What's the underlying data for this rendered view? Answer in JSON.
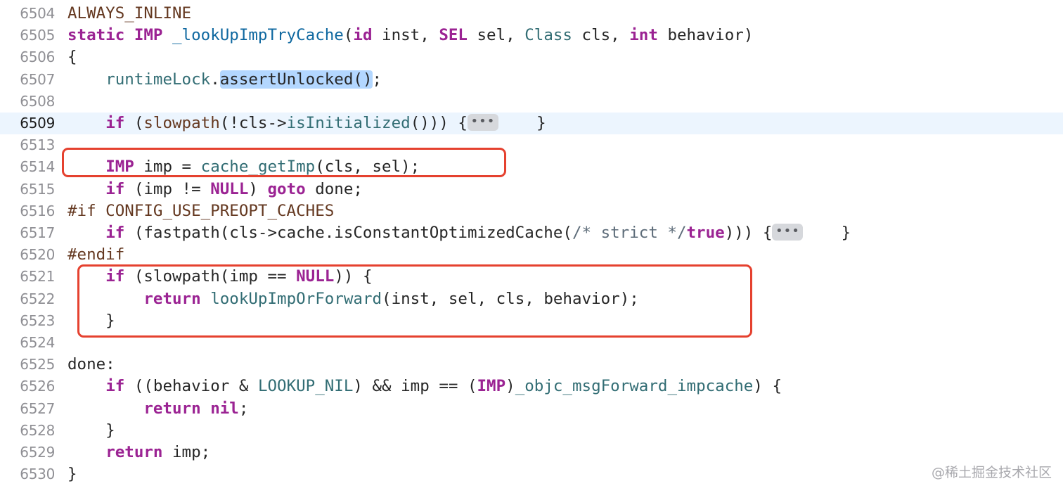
{
  "editor": {
    "current_line": "6509",
    "fold_marker": "•••",
    "lines": [
      {
        "number": "6504",
        "tokens": [
          {
            "text": "ALWAYS_INLINE",
            "type": "macro"
          }
        ]
      },
      {
        "number": "6505",
        "tokens": [
          {
            "text": "static",
            "type": "kw"
          },
          {
            "text": " ",
            "type": "plain"
          },
          {
            "text": "IMP",
            "type": "kw"
          },
          {
            "text": " ",
            "type": "plain"
          },
          {
            "text": "_lookUpImpTryCache",
            "type": "decl"
          },
          {
            "text": "(",
            "type": "plain"
          },
          {
            "text": "id",
            "type": "kw"
          },
          {
            "text": " inst, ",
            "type": "plain"
          },
          {
            "text": "SEL",
            "type": "kw"
          },
          {
            "text": " sel, ",
            "type": "plain"
          },
          {
            "text": "Class",
            "type": "fn"
          },
          {
            "text": " cls, ",
            "type": "plain"
          },
          {
            "text": "int",
            "type": "kw"
          },
          {
            "text": " behavior)",
            "type": "plain"
          }
        ]
      },
      {
        "number": "6506",
        "tokens": [
          {
            "text": "{",
            "type": "plain"
          }
        ]
      },
      {
        "number": "6507",
        "tokens": [
          {
            "text": "    ",
            "type": "plain"
          },
          {
            "text": "runtimeLock",
            "type": "fn"
          },
          {
            "text": ".",
            "type": "plain"
          },
          {
            "text": "assertUnlocked()",
            "type": "sel"
          },
          {
            "text": ";",
            "type": "plain"
          }
        ]
      },
      {
        "number": "6508",
        "tokens": []
      },
      {
        "number": "6509",
        "tokens": [
          {
            "text": "    ",
            "type": "plain"
          },
          {
            "text": "if",
            "type": "kw"
          },
          {
            "text": " (",
            "type": "plain"
          },
          {
            "text": "slowpath",
            "type": "macro"
          },
          {
            "text": "(!cls->",
            "type": "plain"
          },
          {
            "text": "isInitialized",
            "type": "fn"
          },
          {
            "text": "())) {",
            "type": "plain"
          },
          {
            "text": "•••",
            "type": "fold"
          },
          {
            "text": "    }",
            "type": "plain"
          }
        ]
      },
      {
        "number": "6513",
        "tokens": []
      },
      {
        "number": "6514",
        "tokens": [
          {
            "text": "    ",
            "type": "plain"
          },
          {
            "text": "IMP",
            "type": "kw"
          },
          {
            "text": " imp = ",
            "type": "plain"
          },
          {
            "text": "cache",
            "type": "fn"
          },
          {
            "text": "_",
            "type": "plain"
          },
          {
            "text": "getImp",
            "type": "fn"
          },
          {
            "text": "(cls, sel);",
            "type": "plain"
          }
        ]
      },
      {
        "number": "6515",
        "tokens": [
          {
            "text": "    ",
            "type": "plain"
          },
          {
            "text": "if",
            "type": "kw"
          },
          {
            "text": " (imp != ",
            "type": "plain"
          },
          {
            "text": "NULL",
            "type": "kw"
          },
          {
            "text": ") ",
            "type": "plain"
          },
          {
            "text": "goto",
            "type": "kw"
          },
          {
            "text": " done;",
            "type": "plain"
          }
        ]
      },
      {
        "number": "6516",
        "tokens": [
          {
            "text": "#if CONFIG_USE_PREOPT_CACHES",
            "type": "macro"
          }
        ]
      },
      {
        "number": "6517",
        "tokens": [
          {
            "text": "    ",
            "type": "plain"
          },
          {
            "text": "if",
            "type": "kw"
          },
          {
            "text": " (fastpath(cls->cache.isConstantOptimizedCache(",
            "type": "plain"
          },
          {
            "text": "/* strict */",
            "type": "com"
          },
          {
            "text": "true",
            "type": "kw"
          },
          {
            "text": "))) {",
            "type": "plain"
          },
          {
            "text": "•••",
            "type": "fold"
          },
          {
            "text": "    }",
            "type": "plain"
          }
        ]
      },
      {
        "number": "6520",
        "tokens": [
          {
            "text": "#endif",
            "type": "macro"
          }
        ]
      },
      {
        "number": "6521",
        "tokens": [
          {
            "text": "    ",
            "type": "plain"
          },
          {
            "text": "if",
            "type": "kw"
          },
          {
            "text": " (slowpath(imp == ",
            "type": "plain"
          },
          {
            "text": "NULL",
            "type": "kw"
          },
          {
            "text": ")) {",
            "type": "plain"
          }
        ]
      },
      {
        "number": "6522",
        "tokens": [
          {
            "text": "        ",
            "type": "plain"
          },
          {
            "text": "return",
            "type": "kw"
          },
          {
            "text": " ",
            "type": "plain"
          },
          {
            "text": "lookUpImpOrForward",
            "type": "fn"
          },
          {
            "text": "(inst, sel, cls, behavior);",
            "type": "plain"
          }
        ]
      },
      {
        "number": "6523",
        "tokens": [
          {
            "text": "    }",
            "type": "plain"
          }
        ]
      },
      {
        "number": "6524",
        "tokens": []
      },
      {
        "number": "6525",
        "tokens": [
          {
            "text": "done:",
            "type": "plain"
          }
        ]
      },
      {
        "number": "6526",
        "tokens": [
          {
            "text": "    ",
            "type": "plain"
          },
          {
            "text": "if",
            "type": "kw"
          },
          {
            "text": " ((behavior & ",
            "type": "plain"
          },
          {
            "text": "LOOKUP_NIL",
            "type": "fn"
          },
          {
            "text": ") && imp == (",
            "type": "plain"
          },
          {
            "text": "IMP",
            "type": "kw"
          },
          {
            "text": ")",
            "type": "plain"
          },
          {
            "text": "_objc_msgForward_impcache",
            "type": "fn"
          },
          {
            "text": ") {",
            "type": "plain"
          }
        ]
      },
      {
        "number": "6527",
        "tokens": [
          {
            "text": "        ",
            "type": "plain"
          },
          {
            "text": "return",
            "type": "kw"
          },
          {
            "text": " ",
            "type": "plain"
          },
          {
            "text": "nil",
            "type": "kw"
          },
          {
            "text": ";",
            "type": "plain"
          }
        ]
      },
      {
        "number": "6528",
        "tokens": [
          {
            "text": "    }",
            "type": "plain"
          }
        ]
      },
      {
        "number": "6529",
        "tokens": [
          {
            "text": "    ",
            "type": "plain"
          },
          {
            "text": "return",
            "type": "kw"
          },
          {
            "text": " imp;",
            "type": "plain"
          }
        ]
      },
      {
        "number": "6530",
        "tokens": [
          {
            "text": "}",
            "type": "plain"
          }
        ]
      }
    ]
  },
  "watermark": "@稀土掘金技术社区",
  "colors": {
    "keyword": "#9b2393",
    "macro": "#643820",
    "function": "#326d74",
    "declaration": "#0f68a0",
    "comment": "#5d6c79",
    "annotation_box": "#e5412f",
    "current_line_bg": "#ecf5fe",
    "selection_bg": "#b3d7ff"
  }
}
